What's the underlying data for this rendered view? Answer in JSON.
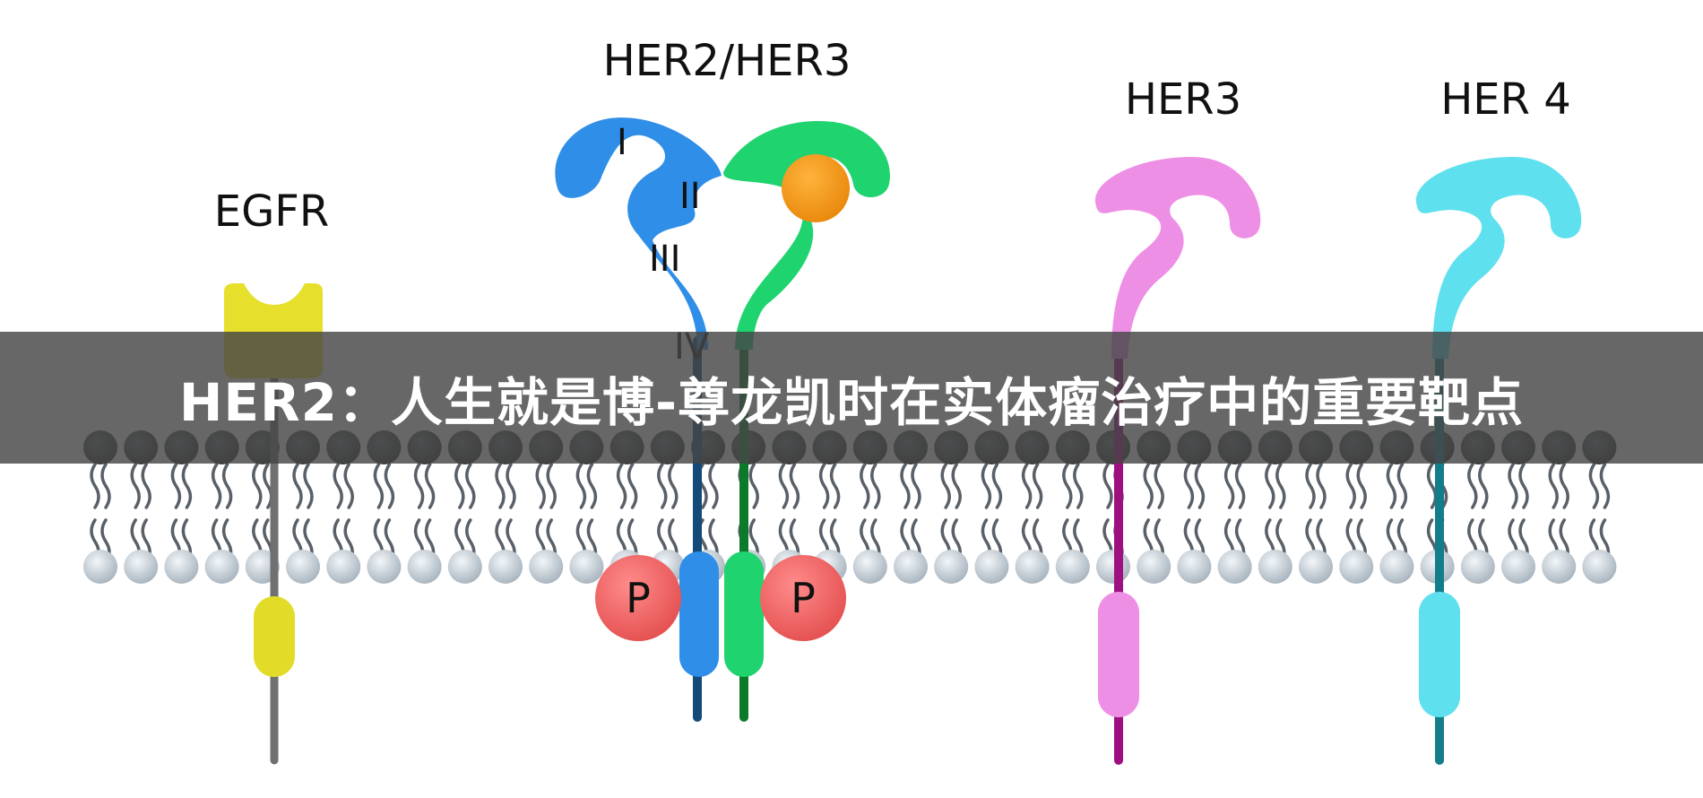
{
  "labels": {
    "egfr": "EGFR",
    "her2_her3": "HER2/HER3",
    "her3": "HER3",
    "her4": "HER 4"
  },
  "domains": {
    "d1": "I",
    "d2": "II",
    "d3": "III",
    "d4": "IV"
  },
  "phospho": {
    "left": "P",
    "right": "P"
  },
  "banner": {
    "title": "HER2：人生就是博-尊龙凯时在实体瘤治疗中的重要靶点"
  },
  "colors": {
    "egfr": "#e6df2c",
    "her2": "#2f8ee8",
    "her3_partner": "#1fd36f",
    "her3": "#ee8fe6",
    "her4": "#5fe0ee",
    "ligand": "#f39c12",
    "phospho": "#f06a6a",
    "lipid_head_top": "#3a3d40",
    "lipid_head_bottom": "#b8c4ce"
  }
}
